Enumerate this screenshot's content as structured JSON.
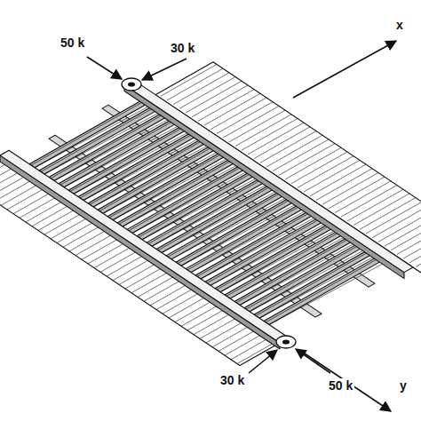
{
  "diagram": {
    "labels": [
      "50 k",
      "30 k",
      "30 k",
      "50 k",
      "x",
      "y"
    ]
  }
}
